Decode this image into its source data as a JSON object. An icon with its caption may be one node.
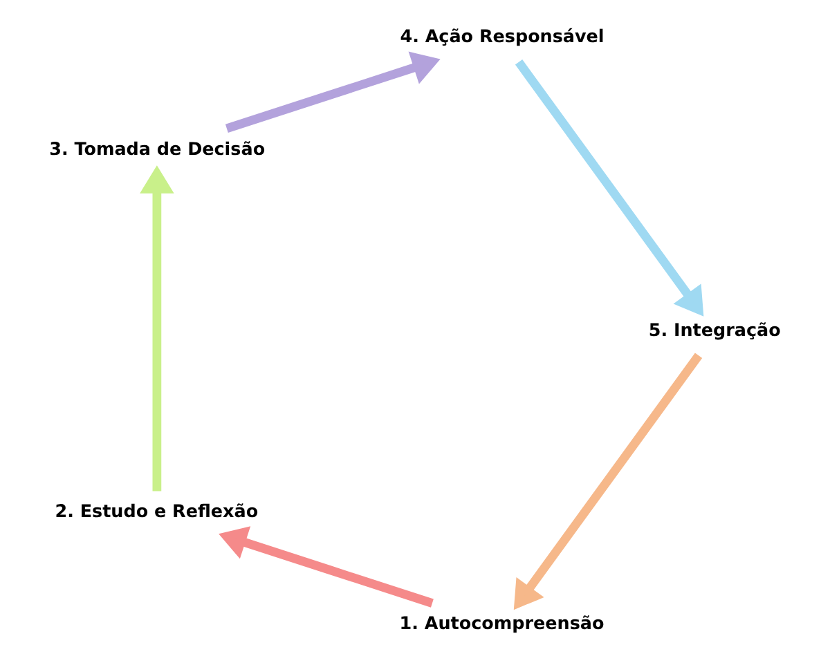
{
  "diagram": {
    "nodes": [
      {
        "text": [
          "1. Autocompreensão"
        ]
      },
      {
        "text": [
          "2. Estudo e Reflexão"
        ]
      },
      {
        "text": [
          "3. Tomada de Decisão"
        ]
      },
      {
        "text": [
          "4. Ação Responsável"
        ]
      },
      {
        "text": [
          "5. Integração"
        ]
      }
    ],
    "edges": [
      {
        "from": 0,
        "to": 1,
        "arrow": "to",
        "color": "#f58a8a"
      },
      {
        "from": 1,
        "to": 2,
        "arrow": "to",
        "color": "#c9f08a"
      },
      {
        "from": 2,
        "to": 3,
        "arrow": "to",
        "color": "#b3a2dc"
      },
      {
        "from": 3,
        "to": 4,
        "arrow": "to",
        "color": "#9fd9f2"
      },
      {
        "from": 4,
        "to": 0,
        "arrow": "to",
        "color": "#f6b88a"
      }
    ]
  }
}
